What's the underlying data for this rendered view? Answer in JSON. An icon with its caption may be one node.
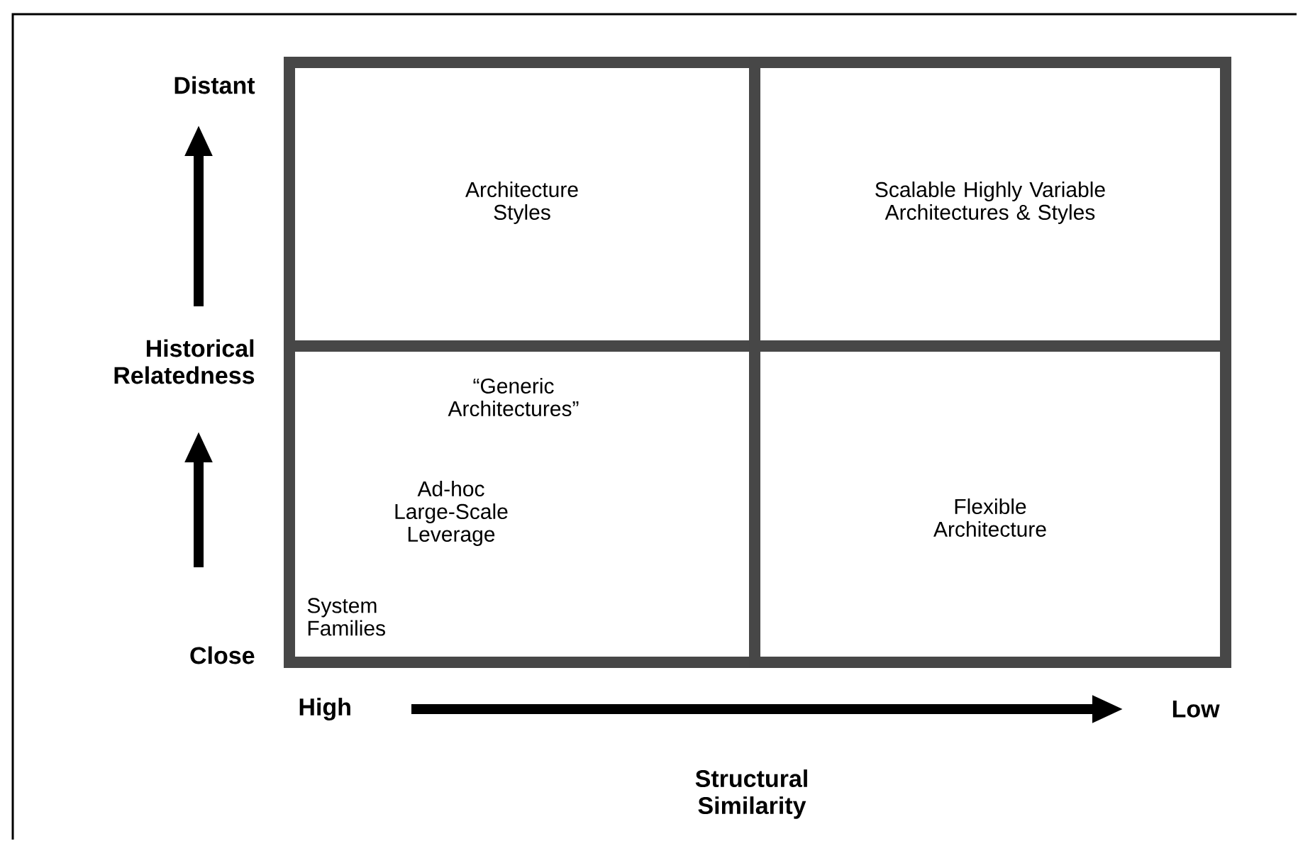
{
  "diagram": {
    "nodes": [
      {
        "text": [
          "Architecture Styles"
        ]
      },
      {
        "text": [
          "Scalable Highly Variable Architectures & Styles"
        ]
      },
      {
        "text": [
          "“Generic Architectures”",
          "Ad-hoc Large-Scale Leverage",
          "System Families"
        ]
      },
      {
        "text": [
          "Flexible Architecture"
        ]
      }
    ],
    "edges": [],
    "labels": [
      "Distant",
      "Historical Relatedness",
      "Close",
      "High",
      "Low",
      "Structural Similarity"
    ]
  }
}
